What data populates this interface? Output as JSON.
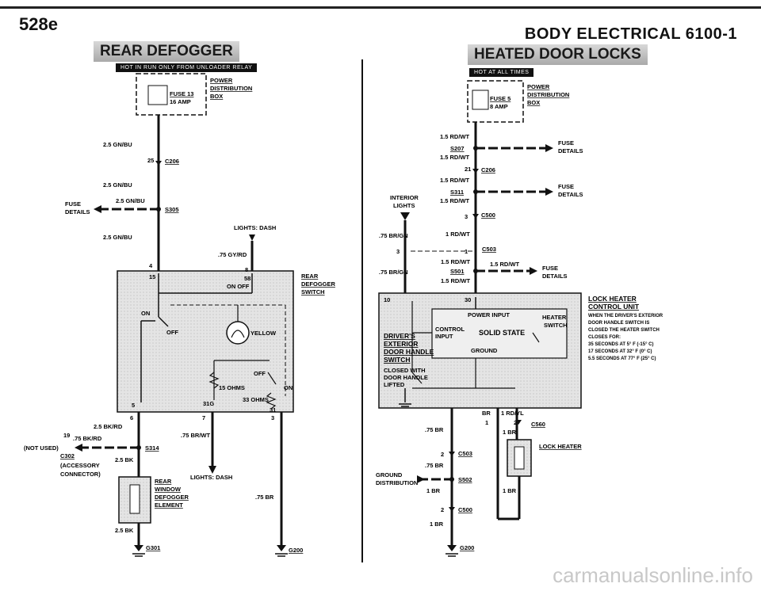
{
  "header": {
    "page_number": "528e",
    "section": "BODY ELECTRICAL   6100-1"
  },
  "rear_defogger": {
    "title": "REAR DEFOGGER",
    "hot_label": "HOT IN RUN ONLY FROM UNLOADER RELAY",
    "fuse_name": "FUSE 13",
    "fuse_amp": "16 AMP",
    "pdb_line1": "POWER",
    "pdb_line2": "DISTRIBUTION",
    "pdb_line3": "BOX",
    "w1": "2.5 GN/BU",
    "pin_25": "25",
    "c206": "C206",
    "w2": "2.5 GN/BU",
    "fuse_details_1": "FUSE",
    "fuse_details_2": "DETAILS",
    "w3": "2.5 GN/BU",
    "s305": "S305",
    "w4": "2.5 GN/BU",
    "lights_dash": "LIGHTS: DASH",
    "w_gyrd": ".75 GY/RD",
    "pin_4": "4",
    "pin_8": "8",
    "pin_15": "15",
    "pin_58": "58",
    "on_off": "ON  OFF",
    "switch_line1": "REAR",
    "switch_line2": "DEFOGGER",
    "switch_line3": "SWITCH",
    "on": "ON",
    "off": "OFF",
    "yellow": "YELLOW",
    "off2": "OFF",
    "on2": "ON",
    "ohms_15": "15 OHMS",
    "ohms_33": "33 OHMS",
    "pin_31": "31",
    "pin_31g": "31G",
    "pin_5": "5",
    "pin_6": "6",
    "pin_7": "7",
    "pin_3": "3",
    "w_bkrd": "2.5 BK/RD",
    "pin_19": "19",
    "w_bkrd2": ".75 BK/RD",
    "not_used": "(NOT USED)",
    "c302": "C302",
    "accessory_1": "(ACCESSORY",
    "accessory_2": "CONNECTOR)",
    "s314": "S314",
    "w_bk": "2.5 BK",
    "w_brwt": ".75 BR/WT",
    "lights_dash2": "LIGHTS: DASH",
    "elem_1": "REAR",
    "elem_2": "WINDOW",
    "elem_3": "DEFOGGER",
    "elem_4": "ELEMENT",
    "w_br": ".75 BR",
    "w_bk2": "2.5 BK",
    "g301": "G301",
    "g200": "G200"
  },
  "heated_door_locks": {
    "title": "HEATED DOOR LOCKS",
    "hot_label": "HOT AT ALL TIMES",
    "fuse_name": "FUSE 5",
    "fuse_amp": "8 AMP",
    "pdb_line1": "POWER",
    "pdb_line2": "DISTRIBUTION",
    "pdb_line3": "BOX",
    "w1": "1.5 RD/WT",
    "s207": "S207",
    "w2": "1.5 RD/WT",
    "fuse_details_1": "FUSE",
    "fuse_details_2": "DETAILS",
    "pin_21": "21",
    "c206": "C206",
    "w3": "1.5 RD/WT",
    "s311": "S311",
    "fuse_details_3": "FUSE",
    "fuse_details_4": "DETAILS",
    "interior_1": "INTERIOR",
    "interior_2": "LIGHTS",
    "w4": "1.5 RD/WT",
    "pin_3": "3",
    "c500": "C500",
    "w_brgn": ".75 BR/GN",
    "w5": "1 RD/WT",
    "pin_3b": "3",
    "pin_1": "1",
    "c503": "C503",
    "w6": "1.5 RD/WT",
    "w7": "1.5 RD/WT",
    "s501": "S501",
    "w_brgn2": ".75 BR/GN",
    "w8": "1.5 RD/WT",
    "fuse_details_5": "FUSE",
    "fuse_details_6": "DETAILS",
    "pin_10": "10",
    "pin_30": "30",
    "power_input": "POWER INPUT",
    "heater_1": "HEATER",
    "heater_2": "SWITCH",
    "control_1": "CONTROL",
    "control_2": "INPUT",
    "solid_state": "SOLID STATE",
    "ground": "GROUND",
    "lhcu_1": "LOCK HEATER",
    "lhcu_2": "CONTROL UNIT",
    "lhcu_note_1": "WHEN THE DRIVER'S EXTERIOR",
    "lhcu_note_2": "DOOR HANDLE SWITCH IS",
    "lhcu_note_3": "CLOSED THE HEATER SWITCH",
    "lhcu_note_4": "CLOSES FOR:",
    "lhcu_note_5": "35 SECONDS AT 5° F (-15° C)",
    "lhcu_note_6": "17 SECONDS AT 32° F (0° C)",
    "lhcu_note_7": "5.5 SECONDS AT 77° F (25° C)",
    "driver_1": "DRIVER'S",
    "driver_2": "EXTERIOR",
    "driver_3": "DOOR HANDLE",
    "driver_4": "SWITCH",
    "driver_5": "CLOSED WITH",
    "driver_6": "DOOR HANDLE",
    "driver_7": "LIFTED",
    "br": "BR",
    "w_rdyl": "1 RD/YL",
    "pin_1b": "1",
    "pin_2": "2",
    "c560": "C560",
    "w_br75": ".75 BR",
    "w_1br": "1 BR",
    "lock_heater": "LOCK HEATER",
    "pin_2b": "2",
    "c503b": "C503",
    "w_br75b": ".75 BR",
    "ground_dist_1": "GROUND",
    "ground_dist_2": "DISTRIBUTION",
    "s502": "S502",
    "w_1br2": "1 BR",
    "w_1br3": "1 BR",
    "pin_2c": "2",
    "c500b": "C500",
    "w_1br4": "1 BR",
    "g200": "G200"
  },
  "watermark": "carmanualsonline.info"
}
